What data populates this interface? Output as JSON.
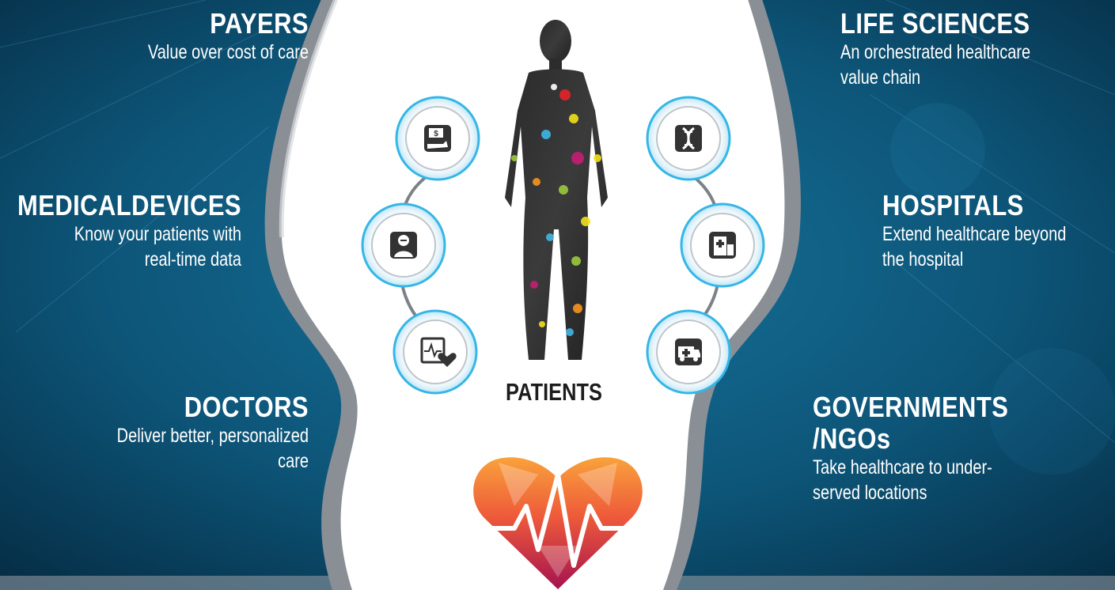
{
  "center": {
    "label": "PATIENTS"
  },
  "stakeholders": {
    "payers": {
      "title": "PAYERS",
      "description": "Value over cost of care"
    },
    "medical_devices": {
      "title": "MEDICALDEVICES",
      "description": "Know your patients with\nreal-time data"
    },
    "doctors": {
      "title": "DOCTORS",
      "description": "Deliver better, personalized\ncare"
    },
    "life_sciences": {
      "title": "LIFE SCIENCES",
      "description": "An orchestrated healthcare\nvalue chain"
    },
    "hospitals": {
      "title": "HOSPITALS",
      "description": "Extend healthcare beyond\nthe hospital"
    },
    "governments": {
      "title": "GOVERNMENTS\n/NGOs",
      "description": "Take healthcare to under-\nserved locations"
    }
  },
  "icons": {
    "left": [
      "payment-hand-icon",
      "doctor-icon",
      "heart-monitor-icon"
    ],
    "right": [
      "dna-icon",
      "hospital-building-icon",
      "ambulance-icon"
    ]
  },
  "colors": {
    "background": "#0c4d6e",
    "background_dark": "#062c42",
    "center_panel": "#ffffff",
    "center_border": "#8a8f96",
    "ring_accent": "#35b6e6",
    "title_text": "#ffffff",
    "patients_text": "#1c1c1c",
    "heart_top": "#f7942e",
    "heart_bottom": "#b0154f"
  }
}
